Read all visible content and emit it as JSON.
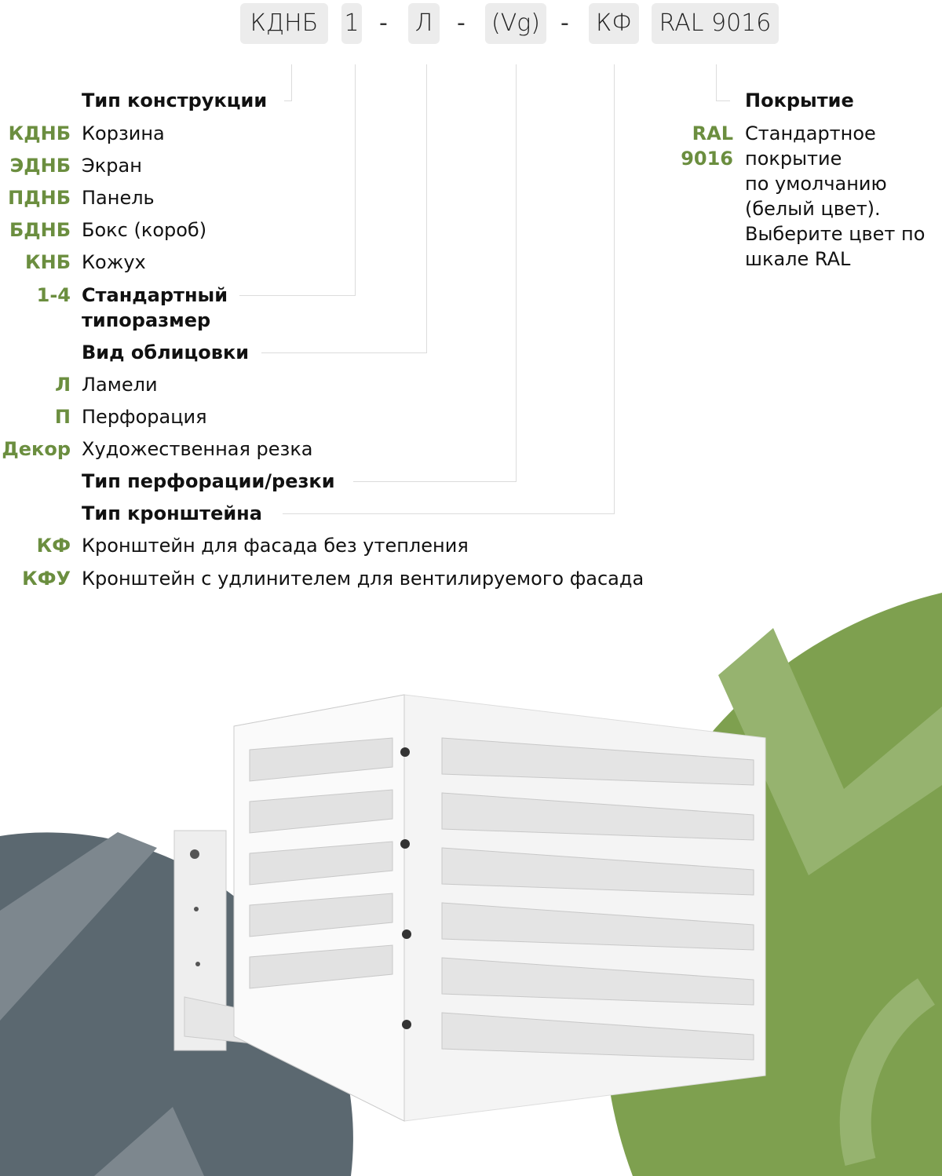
{
  "code_parts": {
    "type": "КДНБ",
    "size": "1",
    "sep": "-",
    "cladding": "Л",
    "perforation": "(Vg)",
    "bracket": "КФ",
    "coating": "RAL 9016"
  },
  "sections": {
    "construction": {
      "title": "Тип конструкции",
      "items": [
        {
          "code": "КДНБ",
          "label": "Корзина"
        },
        {
          "code": "ЭДНБ",
          "label": "Экран"
        },
        {
          "code": "ПДНБ",
          "label": "Панель"
        },
        {
          "code": "БДНБ",
          "label": "Бокс (короб)"
        },
        {
          "code": "КНБ",
          "label": "Кожух"
        }
      ]
    },
    "size": {
      "code": "1-4",
      "title_line1": "Стандартный",
      "title_line2": "типоразмер"
    },
    "cladding": {
      "title": "Вид облицовки",
      "items": [
        {
          "code": "Л",
          "label": "Ламели"
        },
        {
          "code": "П",
          "label": "Перфорация"
        },
        {
          "code": "Декор",
          "label": "Художественная резка"
        }
      ]
    },
    "perforation": {
      "title": "Тип перфорации/резки"
    },
    "bracket": {
      "title": "Тип кронштейна",
      "items": [
        {
          "code": "КФ",
          "label": "Кронштейн для фасада без утепления"
        },
        {
          "code": "КФУ",
          "label": "Кронштейн с удлинителем для вентилируемого фасада"
        }
      ]
    },
    "coating": {
      "title": "Покрытие",
      "code_line1": "RAL",
      "code_line2": "9016",
      "lines": [
        "Стандартное",
        "покрытие",
        "по умолчанию",
        "(белый цвет).",
        "Выберите цвет по",
        "шкале RAL"
      ]
    }
  },
  "colors": {
    "accent": "#6b8e3f",
    "green_circle": "#7ea04f",
    "dark_circle": "#5b6870"
  }
}
